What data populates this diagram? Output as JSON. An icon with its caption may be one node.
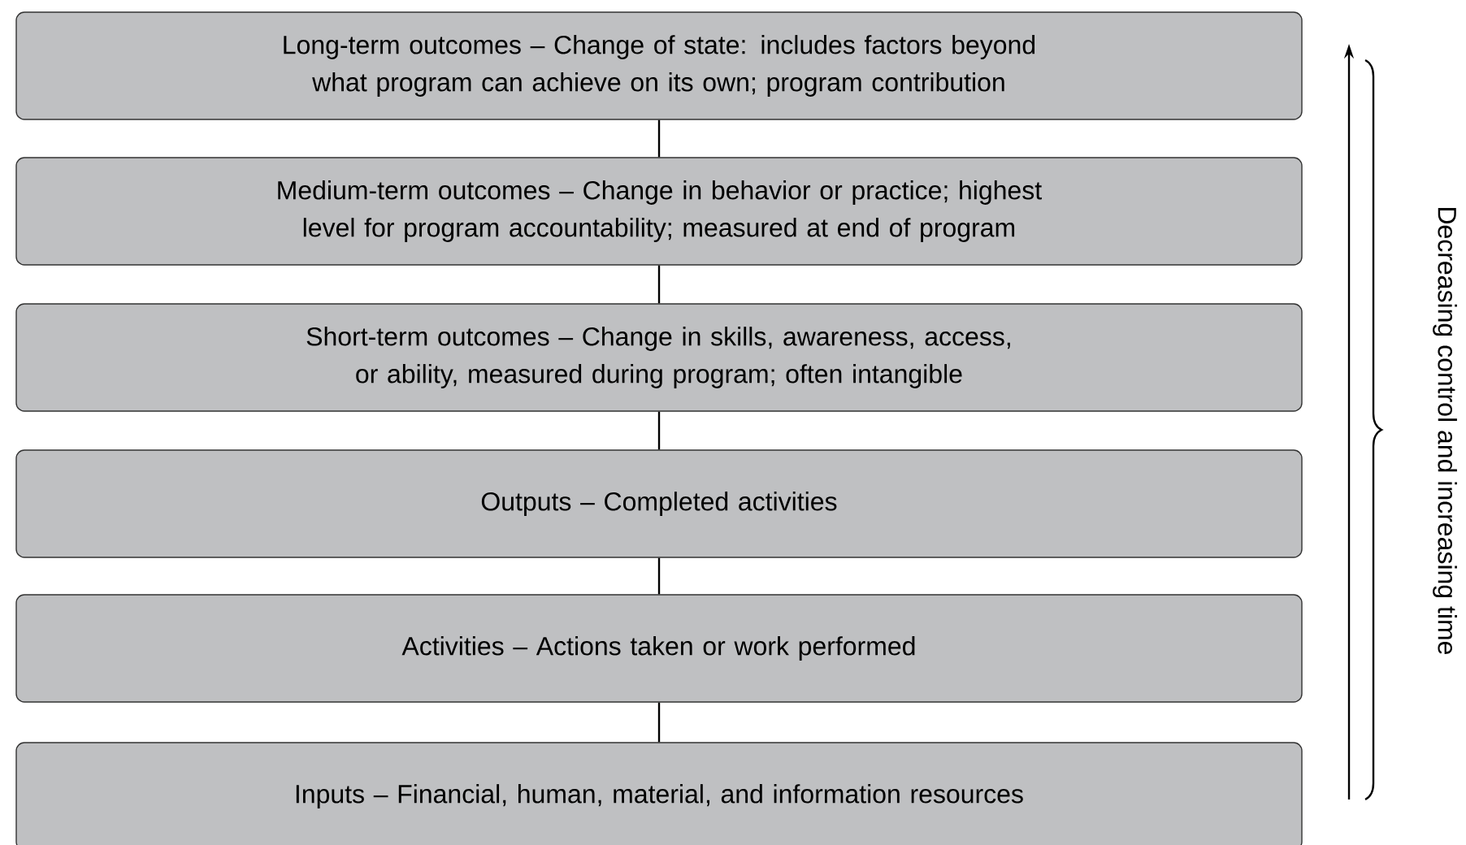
{
  "diagram": {
    "nodes": [
      {
        "text": [
          "Long-term outcomes – Change of state: includes factors beyond what program can achieve on its own; program contribution"
        ]
      },
      {
        "text": [
          "Medium-term outcomes – Change in behavior or practice; highest level for program accountability; measured at end of program"
        ]
      },
      {
        "text": [
          "Short-term outcomes – Change in skills, awareness, access, or ability, measured during program; often intangible"
        ]
      },
      {
        "text": [
          "Outputs – Completed activities"
        ]
      },
      {
        "text": [
          "Activities – Actions taken or work performed"
        ]
      },
      {
        "text": [
          "Inputs – Financial, human, material, and information resources"
        ]
      }
    ],
    "edges": [
      {
        "from": 0,
        "to": 1,
        "arrow": "none"
      },
      {
        "from": 1,
        "to": 2,
        "arrow": "none"
      },
      {
        "from": 2,
        "to": 3,
        "arrow": "none"
      },
      {
        "from": 3,
        "to": 4,
        "arrow": "none"
      },
      {
        "from": 4,
        "to": 5,
        "arrow": "none"
      }
    ],
    "labels": [
      "Decreasing control and increasing time"
    ]
  }
}
